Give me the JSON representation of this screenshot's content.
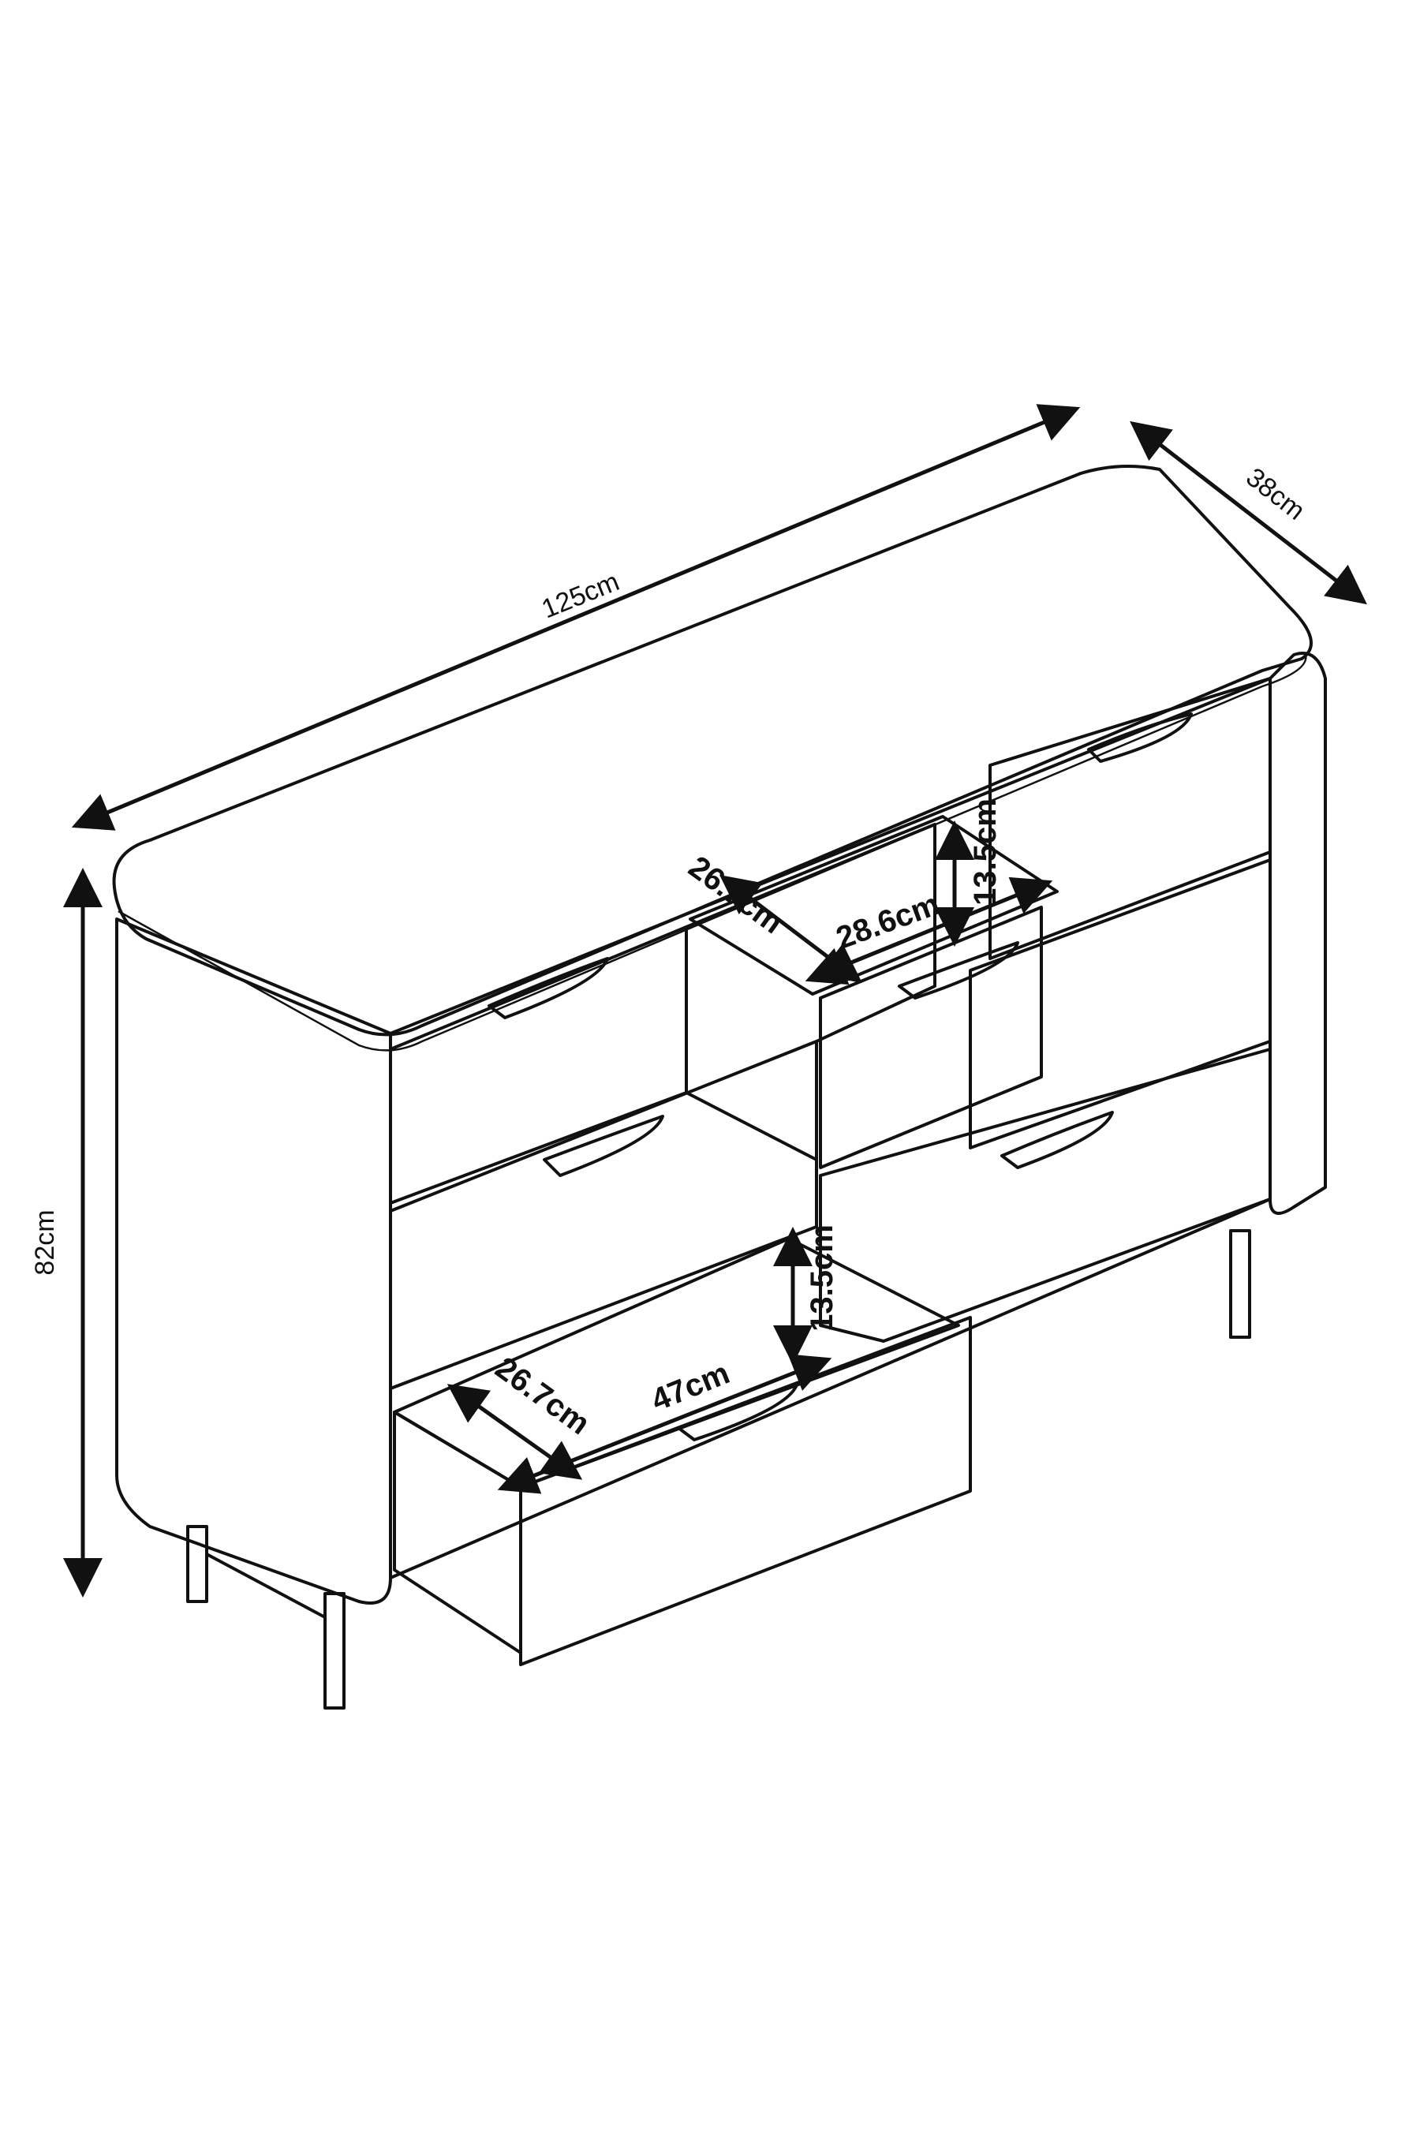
{
  "dimensions": {
    "width": "125cm",
    "depth": "38cm",
    "height": "82cm",
    "small_drawer_depth": "26.7cm",
    "small_drawer_width": "28.6cm",
    "small_drawer_height": "13.5cm",
    "large_drawer_depth": "26.7cm",
    "large_drawer_width": "47cm",
    "large_drawer_height": "13.5cm"
  },
  "colors": {
    "line": "#111111",
    "background": "#ffffff"
  }
}
